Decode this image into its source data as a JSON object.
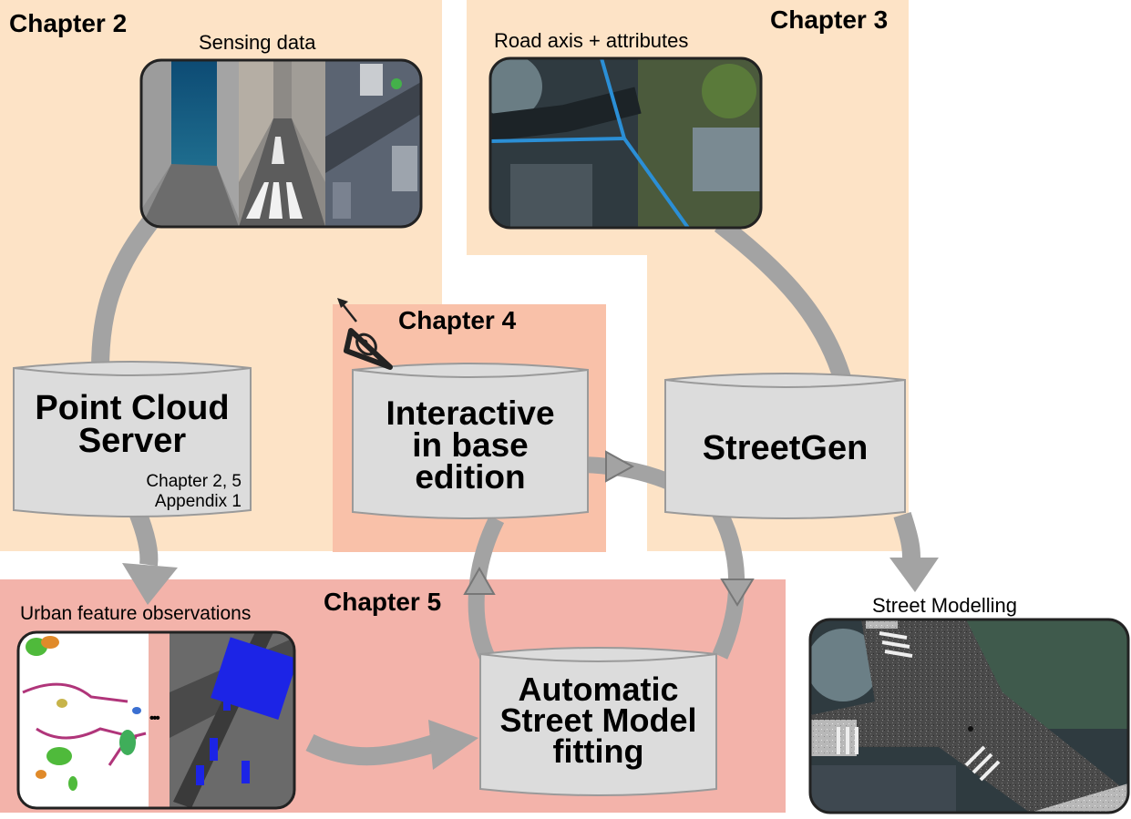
{
  "colors": {
    "peach": "#fde3c6",
    "salmon_light": "#f9c1a9",
    "salmon": "#f3b3aa",
    "cylinder_fill": "#dcdcdc",
    "cylinder_stroke": "#9a9a9a",
    "arrow": "#a3a3a3",
    "road_line": "#2b8fd6"
  },
  "chapters": {
    "ch2": "Chapter 2",
    "ch3": "Chapter 3",
    "ch4": "Chapter 4",
    "ch5": "Chapter 5"
  },
  "captions": {
    "sensing": "Sensing data",
    "road_axis": "Road axis + attributes",
    "urban": "Urban feature observations",
    "street_modelling": "Street Modelling"
  },
  "nodes": {
    "pcs": {
      "title_line1": "Point Cloud",
      "title_line2": "Server",
      "note_line1": "Chapter 2, 5",
      "note_line2": "Appendix 1"
    },
    "interactive": {
      "line1": "Interactive",
      "line2": "in base",
      "line3": "edition"
    },
    "streetgen": {
      "title": "StreetGen"
    },
    "automatic": {
      "line1": "Automatic",
      "line2": "Street Model",
      "line3": "fitting"
    }
  },
  "ellipsis": "•••",
  "icons": [
    "eye-icon",
    "arrow-icon"
  ]
}
